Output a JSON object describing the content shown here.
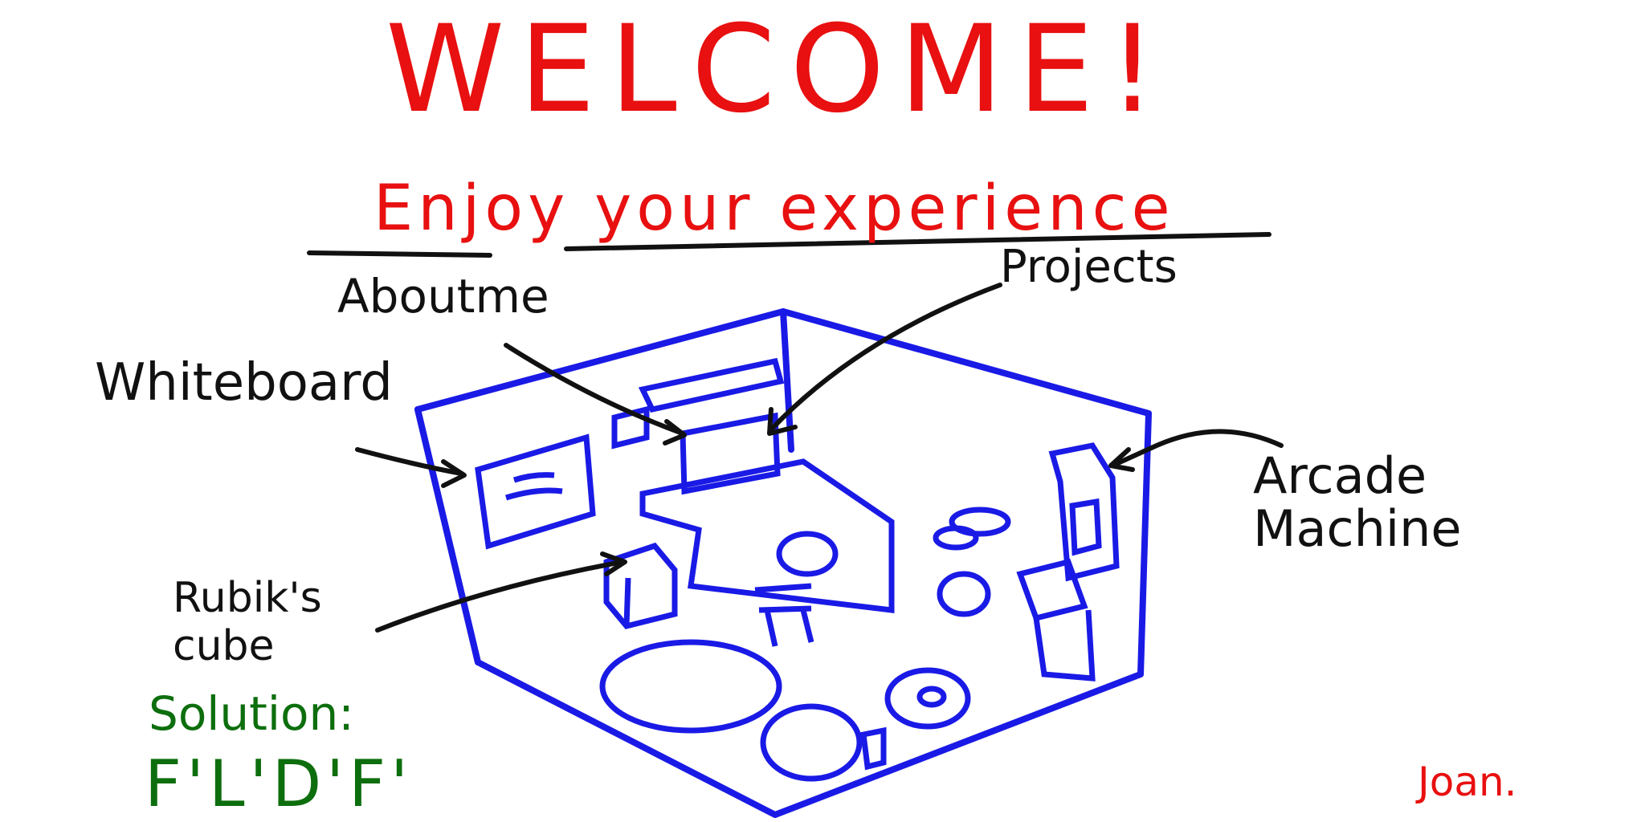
{
  "title": "WELCOME!",
  "subtitle": "Enjoy your experience",
  "hotspots": {
    "about": "Aboutme",
    "projects": "Projects",
    "whiteboard": "Whiteboard",
    "arcade": "Arcade Machine",
    "rubiks": "Rubik's cube"
  },
  "solution": {
    "label": "Solution:",
    "moves": "F'L'D'F'"
  },
  "signature": "Joan.",
  "colors": {
    "title": "#e81010",
    "room": "#1a1ae6",
    "labels": "#111111",
    "solution": "#0d6e0d"
  }
}
